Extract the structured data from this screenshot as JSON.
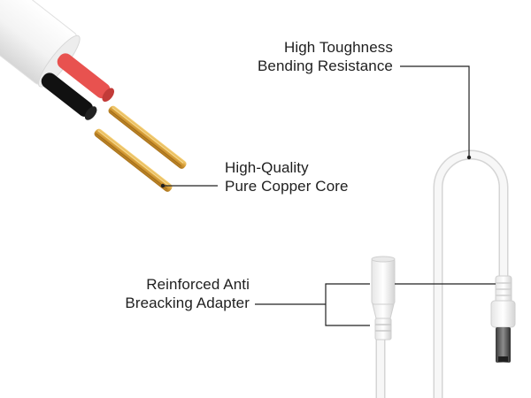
{
  "callouts": {
    "toughness": {
      "line1": "High Toughness",
      "line2": "Bending Resistance"
    },
    "copper": {
      "line1": "High-Quality",
      "line2": "Pure Copper Core"
    },
    "adapter": {
      "line1": "Reinforced Anti",
      "line2": "Breacking Adapter"
    }
  },
  "colors": {
    "text": "#1f1f1f",
    "leader_line": "#222222",
    "cable_jacket": "#f4f4f4",
    "red_insulation": "#e8524f",
    "black_insulation": "#111111",
    "copper": "#d7a23e",
    "dc_plug_metal": "#5a5a5a"
  }
}
